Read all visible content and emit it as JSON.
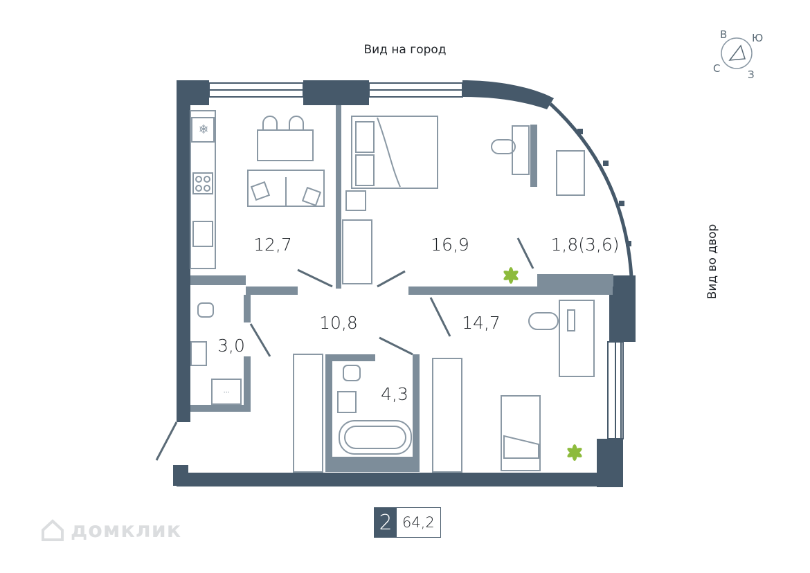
{
  "views": {
    "city": "Вид на город",
    "yard": "Вид во двор"
  },
  "compass": {
    "north": "С",
    "east": "В",
    "south": "Ю",
    "west": "З"
  },
  "rooms": [
    {
      "id": "kitchen",
      "area": "12,7"
    },
    {
      "id": "bedroom",
      "area": "16,9"
    },
    {
      "id": "balcony",
      "area": "1,8(3,6)"
    },
    {
      "id": "hall",
      "area": "10,8"
    },
    {
      "id": "room2",
      "area": "14,7"
    },
    {
      "id": "wc",
      "area": "3,0"
    },
    {
      "id": "bathroom",
      "area": "4,3"
    }
  ],
  "badge": {
    "rooms": "2",
    "total_area": "64,2"
  },
  "watermark": {
    "text": "домклик"
  },
  "colors": {
    "wall": "#46596a",
    "wall_light": "#7d8d9a",
    "furniture": "#8a98a4",
    "plant": "#8dbb3c"
  }
}
